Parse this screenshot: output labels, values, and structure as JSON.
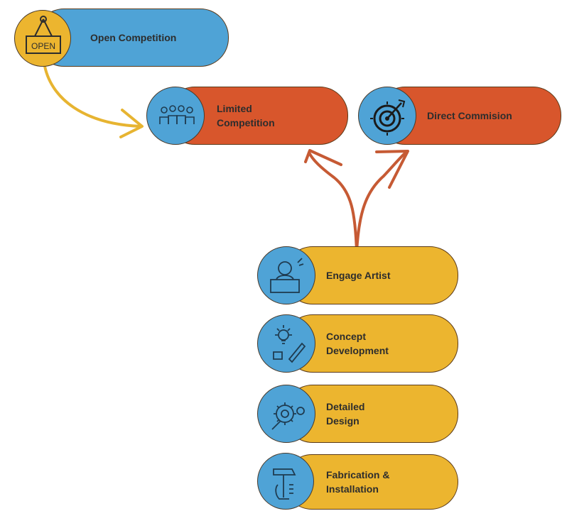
{
  "colors": {
    "blue": "#4fa3d6",
    "orange": "#d8562c",
    "yellow": "#ecb52f",
    "arrow_yellow": "#e7b431",
    "arrow_orange": "#c65a34"
  },
  "nodes": {
    "open_competition": {
      "label": "Open Competition",
      "icon": "open-sign-icon",
      "icon_text": "OPEN"
    },
    "limited_competition": {
      "label": "Limited\nCompetition",
      "icon": "people-group-icon"
    },
    "direct_commission": {
      "label": "Direct Commision",
      "icon": "target-icon"
    }
  },
  "steps": [
    {
      "label": "Engage Artist",
      "icon": "artist-icon"
    },
    {
      "label": "Concept\nDevelopment",
      "icon": "idea-pencil-icon"
    },
    {
      "label": "Detailed\nDesign",
      "icon": "gear-design-icon"
    },
    {
      "label": "Fabrication &\nInstallation",
      "icon": "hammer-hand-icon"
    }
  ]
}
